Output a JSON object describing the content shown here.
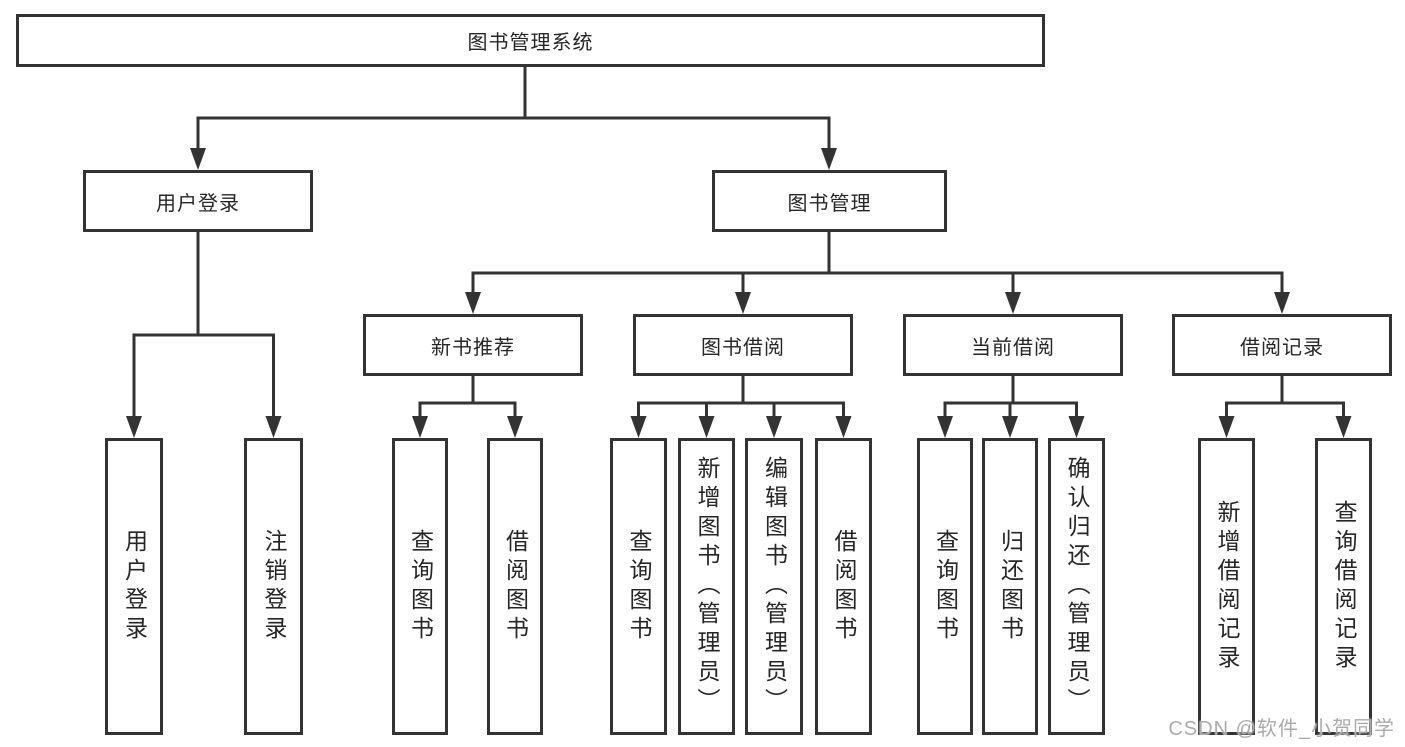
{
  "tree": {
    "root": {
      "label": "图书管理系统"
    },
    "branches": [
      {
        "label": "用户登录",
        "leaves": [
          {
            "label": "用户登录"
          },
          {
            "label": "注销登录"
          }
        ]
      },
      {
        "label": "图书管理",
        "sections": [
          {
            "label": "新书推荐",
            "leaves": [
              {
                "label": "查询图书"
              },
              {
                "label": "借阅图书"
              }
            ]
          },
          {
            "label": "图书借阅",
            "leaves": [
              {
                "label": "查询图书"
              },
              {
                "label": "新增图书（管理员）"
              },
              {
                "label": "编辑图书（管理员）"
              },
              {
                "label": "借阅图书"
              }
            ]
          },
          {
            "label": "当前借阅",
            "leaves": [
              {
                "label": "查询图书"
              },
              {
                "label": "归还图书"
              },
              {
                "label": "确认归还（管理员）"
              }
            ]
          },
          {
            "label": "借阅记录",
            "leaves": [
              {
                "label": "新增借阅记录"
              },
              {
                "label": "查询借阅记录"
              }
            ]
          }
        ]
      }
    ]
  },
  "watermark": {
    "text": "CSDN @软件_小贺同学"
  },
  "colors": {
    "line": "#333333",
    "box_border": "#333333",
    "text": "#262626",
    "watermark": "#ababab",
    "background": "#ffffff"
  }
}
